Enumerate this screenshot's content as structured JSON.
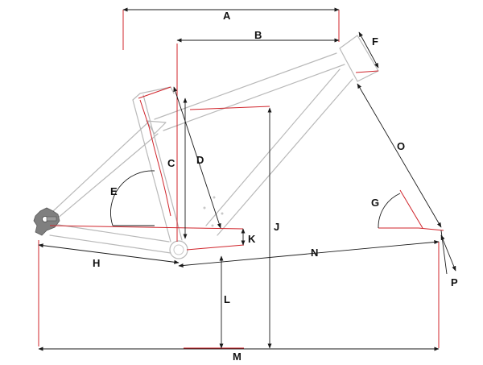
{
  "labels": {
    "A": "A",
    "B": "B",
    "C": "C",
    "D": "D",
    "E": "E",
    "F": "F",
    "G": "G",
    "H": "H",
    "J": "J",
    "K": "K",
    "L": "L",
    "M": "M",
    "N": "N",
    "O": "O",
    "P": "P"
  },
  "colors": {
    "frame": "#b9b9b9",
    "dimension_line": "#1a1a1a",
    "reference_line": "#d0242b",
    "label": "#111111"
  }
}
